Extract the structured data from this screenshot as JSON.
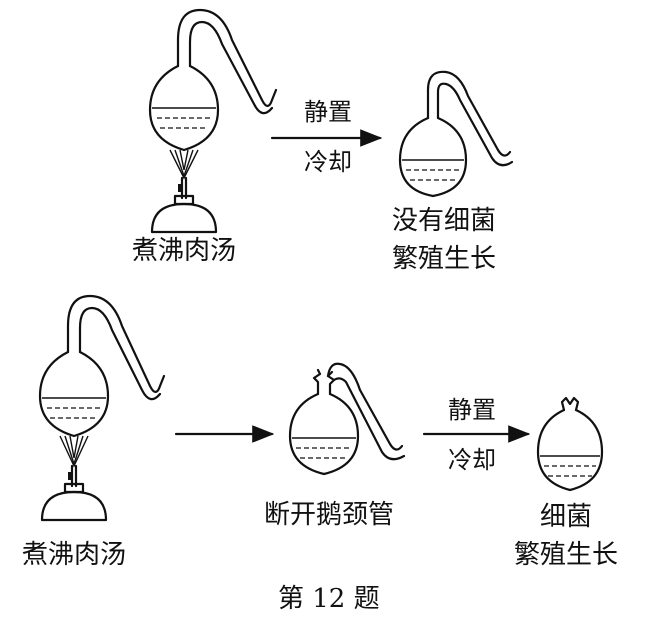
{
  "top_row": {
    "boil_label": "煮沸肉汤",
    "arrow_label_top": "静置",
    "arrow_label_bottom": "冷却",
    "result_label_line1": "没有细菌",
    "result_label_line2": "繁殖生长"
  },
  "bottom_row": {
    "boil_label": "煮沸肉汤",
    "break_label": "断开鹅颈管",
    "arrow_label_top": "静置",
    "arrow_label_bottom": "冷却",
    "result_label_line1": "细菌",
    "result_label_line2": "繁殖生长"
  },
  "caption": "第 12 题"
}
